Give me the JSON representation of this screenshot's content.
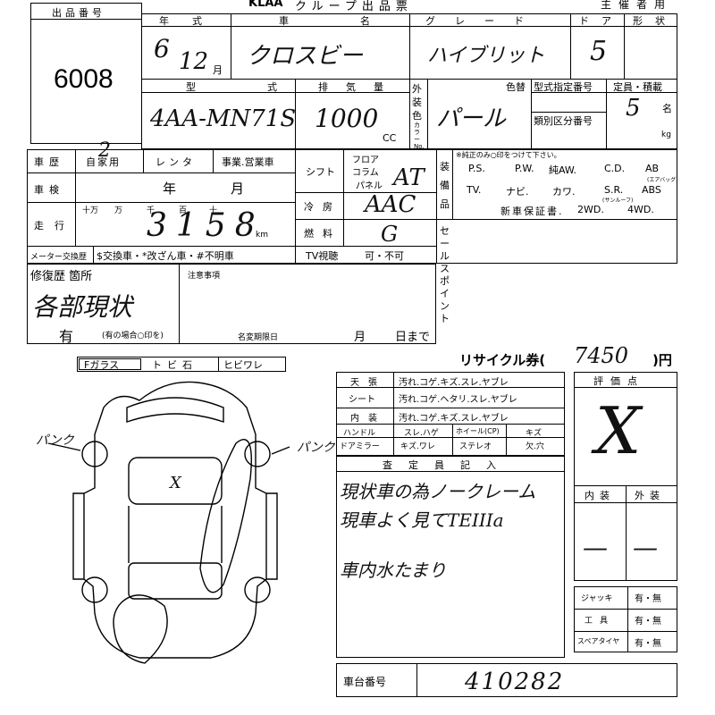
{
  "header": {
    "logo": "KLAA",
    "title": "クループ出品票",
    "sub": "主催者用"
  },
  "lot": {
    "label": "出品番号",
    "value": "6008"
  },
  "vehicle": {
    "year_label": "年式",
    "year_era": "6",
    "year_month": "12",
    "month_unit": "月",
    "name_label": "車名",
    "name_value": "クロスビー",
    "grade_label": "グレード",
    "grade_value": "ハイブリット",
    "doors_label": "ドア",
    "doors_value": "5",
    "shape_label": "形状",
    "model_label": "型式",
    "model_value": "4AA-MN71S",
    "displacement_label": "排気量",
    "displacement_value": "1000",
    "displacement_unit": "CC",
    "exterior_color_label": "外装色",
    "color_no_label": "カラーNo.",
    "color_label": "色替",
    "color_value": "パール",
    "type_no_label": "型式指定番号",
    "class_no_label": "類別区分番号",
    "capacity_label": "定員・積載",
    "capacity_value": "5",
    "capacity_unit": "名",
    "kg_unit": "kg"
  },
  "history": {
    "label": "車歴",
    "options": [
      "自家用",
      "レンタ",
      "事業.営業車"
    ],
    "selected_mark": "2",
    "inspection_label": "車検",
    "inspection_year": "年",
    "inspection_month": "月",
    "mileage_label": "走行",
    "mileage_units": [
      "十万",
      "万",
      "千",
      "百",
      "十"
    ],
    "mileage_value": "3158",
    "mileage_unit": "km",
    "meter_label": "メーター交換歴",
    "meter_options": "$交換車・*改ざん車・#不明車"
  },
  "mechanics": {
    "shift_label": "シフト",
    "shift_options": [
      "フロア",
      "コラム",
      "パネル"
    ],
    "shift_value": "AT",
    "ac_label": "冷房",
    "ac_value": "AAC",
    "fuel_label": "燃料",
    "fuel_value": "G",
    "tv_label": "TV視聴",
    "tv_value": "可・不可"
  },
  "equipment": {
    "label": "装備品",
    "note": "※純正のみ○印をつけて下さい。",
    "row1": [
      "P.S.",
      "P.W.",
      "純AW.",
      "C.D.",
      "AB"
    ],
    "row2": [
      "TV.",
      "ナビ.",
      "カワ.",
      "S.R.",
      "ABS"
    ],
    "row3": [
      "新車保証書.",
      "2WD.",
      "4WD."
    ],
    "sunroof_note": "(サンルーフ)",
    "airbag_note": "(エアバッグ)"
  },
  "sale_points_label": "セールスポイント",
  "repair": {
    "label": "修復歴 箇所",
    "value": "各部現状",
    "has": "有",
    "has_note": "(有の場合○印を)"
  },
  "notes": {
    "label": "注意事項",
    "deadline_label": "名変期限日",
    "deadline_month": "月",
    "deadline_day": "日まで"
  },
  "recycle": {
    "label": "リサイクル券(",
    "value": "7450",
    "unit": ")円"
  },
  "glass": {
    "label": "Fガラス",
    "items": [
      "トビ石",
      "ヒビワレ"
    ]
  },
  "conditions": [
    {
      "label": "天張",
      "opts": "汚れ.コゲ.キズ.スレ.ヤブレ"
    },
    {
      "label": "シート",
      "opts": "汚れ.コゲ.ヘタリ.スレ.ヤブレ"
    },
    {
      "label": "内装",
      "opts": "汚れ.コゲ.キズ.スレ.ヤブレ"
    }
  ],
  "conditions2": [
    {
      "label": "ハンドル",
      "a": "スレ.ハゲ",
      "b": "ホイール(CP)",
      "c": "キズ"
    },
    {
      "label": "ドアミラー",
      "a": "キズ.ワレ",
      "b": "ステレオ",
      "c": "欠.穴"
    }
  ],
  "inspector": {
    "label": "査定員記入",
    "line1": "現状車の為ノークレーム",
    "line2": "現車よく見てTEIIIa",
    "line3": "車内水たまり"
  },
  "rating": {
    "label": "評価点",
    "value": "X",
    "interior_label": "内装",
    "exterior_label": "外装",
    "interior_value": "—",
    "exterior_value": "—"
  },
  "tools": [
    {
      "label": "ジャッキ",
      "value": "有・無"
    },
    {
      "label": "工具",
      "value": "有・無"
    },
    {
      "label": "スペアタイヤ",
      "value": "有・無"
    }
  ],
  "chassis": {
    "label": "車台番号",
    "value": "410282"
  },
  "diagram": {
    "left_note": "パンク",
    "right_note": "パンク",
    "mark": "X"
  }
}
